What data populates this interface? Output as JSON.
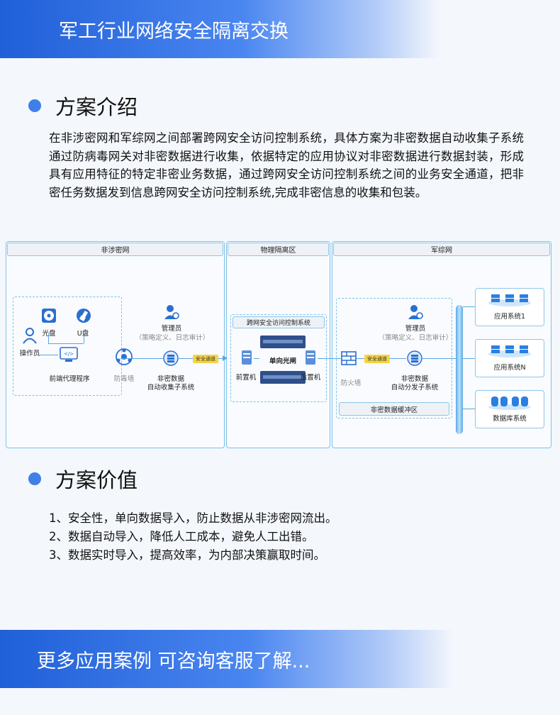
{
  "header": {
    "title": "军工行业网络安全隔离交换"
  },
  "intro": {
    "heading": "方案介绍",
    "text": "在非涉密网和军综网之间部署跨网安全访问控制系统，具体方案为非密数据自动收集子系统通过防病毒网关对非密数据进行收集，依据特定的应用协议对非密数据进行数据封装，形成具有应用特征的特定非密业务数据，通过跨网安全访问控制系统之间的业务安全通道，把非密任务数据发到信息跨网安全访问控制系统,完成非密信息的收集和包装。"
  },
  "diagram": {
    "zones": {
      "left": "非涉密网",
      "middle": "物理隔离区",
      "right": "军综网"
    },
    "left": {
      "operator": "操作员",
      "cd": "光盘",
      "usb": "U盘",
      "proxy": "前端代理程序",
      "antivirus": "防毒墙",
      "admin": "管理员",
      "admin_note": "（策略定义、日志审计）",
      "collector_line1": "非密数据",
      "collector_line2": "自动收集子系统",
      "tunnel": "安全通道"
    },
    "middle": {
      "system": "跨网安全访问控制系统",
      "front": "前置机",
      "gate": "单向光闸",
      "rear": "后置机"
    },
    "right": {
      "firewall": "防火墙",
      "tunnel": "安全通道",
      "admin": "管理员",
      "admin_note": "（策略定义、日志审计）",
      "distributor_line1": "非密数据",
      "distributor_line2": "自动分发子系统",
      "buffer": "非密数据缓冲区",
      "apps": [
        "应用系统1",
        "应用系统N",
        "数据库系统"
      ]
    },
    "colors": {
      "line": "#5aa6e0",
      "tunnel": "#f6d443",
      "server": "#2f4f8a"
    }
  },
  "value": {
    "heading": "方案价值",
    "items": [
      "1、安全性，单向数据导入，防止数据从非涉密网流出。",
      "2、数据自动导入，降低人工成本，避免人工出错。",
      "3、数据实时导入，提高效率，为内部决策赢取时间。"
    ]
  },
  "footer": {
    "text": "更多应用案例 可咨询客服了解..."
  }
}
